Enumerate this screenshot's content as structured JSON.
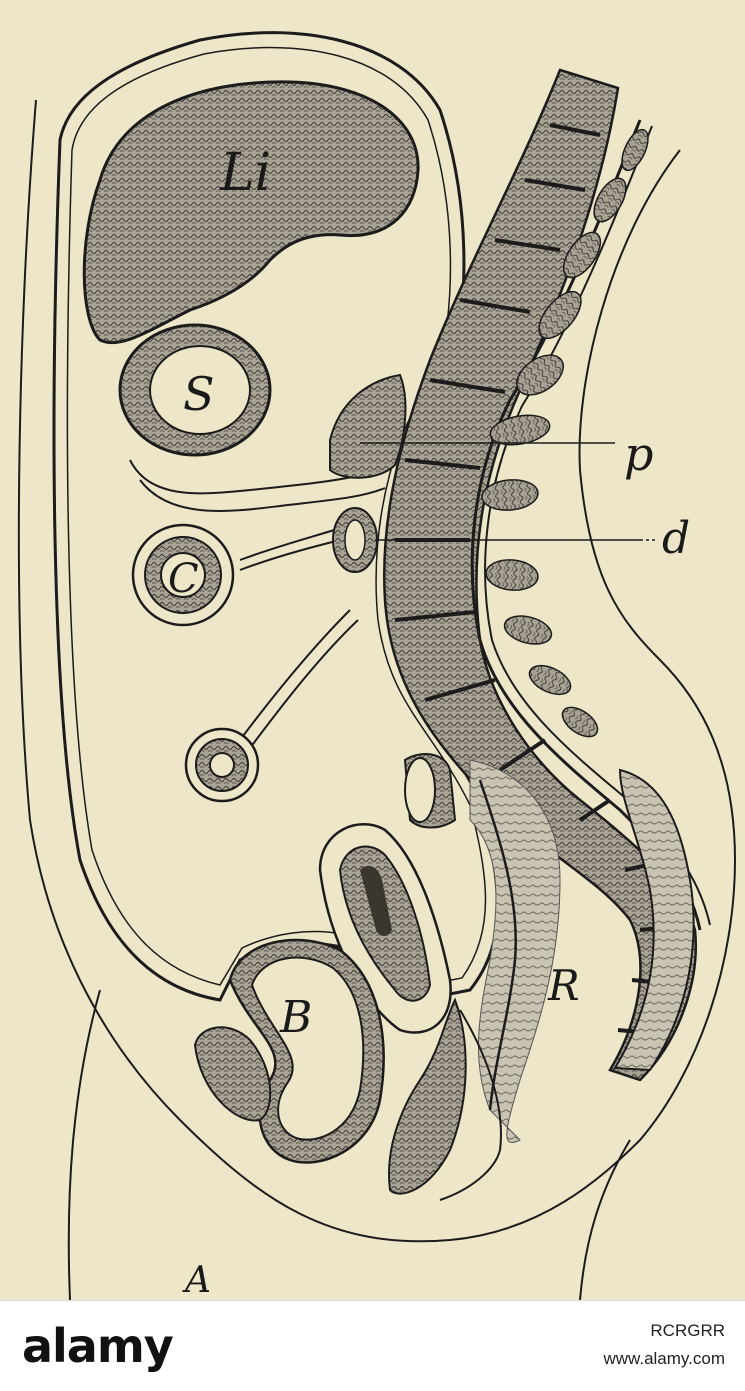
{
  "figure": {
    "labels": {
      "liver": "Li",
      "stomach": "S",
      "colon": "C",
      "bladder": "B",
      "rectum": "R",
      "pancreas": "p",
      "duodenum": "d",
      "figure_letter": "A"
    },
    "colors": {
      "paper": "#ede6c8",
      "ink": "#1c1c1c",
      "tissue": "#9a968a",
      "tissue_light": "#bdb8aa",
      "spine_segment": "#8c887c"
    }
  },
  "footer": {
    "brand": "alamy",
    "stock_id": "RCRGRR",
    "site": "www.alamy.com"
  }
}
